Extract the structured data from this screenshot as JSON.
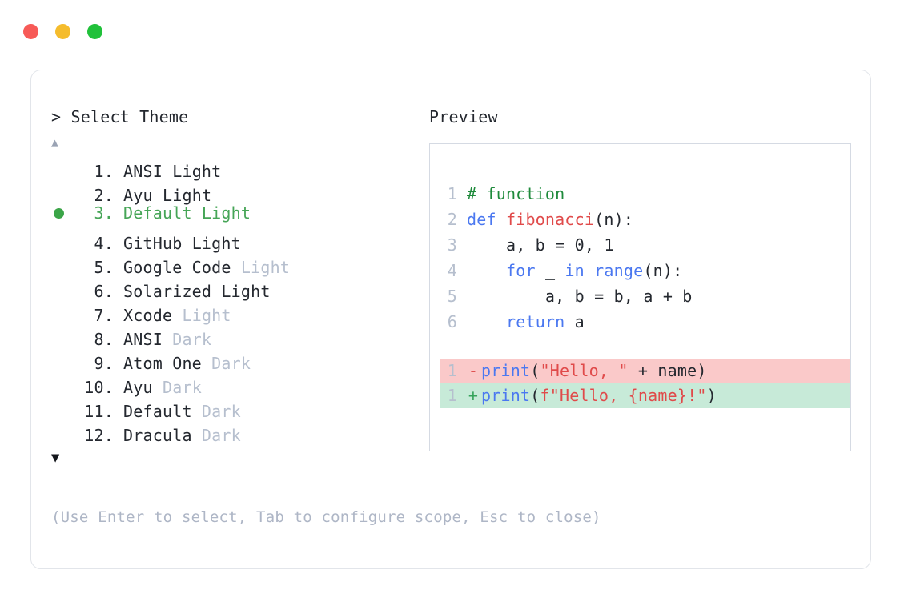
{
  "window": {
    "controls": [
      {
        "name": "close",
        "color": "#f75a57"
      },
      {
        "name": "minimize",
        "color": "#f5bc2c"
      },
      {
        "name": "maximize",
        "color": "#20c13a"
      }
    ]
  },
  "left": {
    "prompt": "> Select Theme",
    "scroll_up_glyph": "▲",
    "scroll_down_glyph": "▼",
    "selected_index": 3,
    "selected_bullet_color": "#3ba548",
    "selected_text_color": "#46a557",
    "items": [
      {
        "index": " 1.",
        "name": "ANSI",
        "variant": " Light",
        "dim": false,
        "selected": false
      },
      {
        "index": " 2.",
        "name": "Ayu",
        "variant": " Light",
        "dim": false,
        "selected": false
      },
      {
        "index": " 3.",
        "name": "Default",
        "variant": " Light",
        "dim": false,
        "selected": true
      },
      {
        "index": " 4.",
        "name": "GitHub",
        "variant": " Light",
        "dim": false,
        "selected": false
      },
      {
        "index": " 5.",
        "name": "Google Code",
        "variant": " Light",
        "dim": true,
        "selected": false
      },
      {
        "index": " 6.",
        "name": "Solarized",
        "variant": " Light",
        "dim": false,
        "selected": false
      },
      {
        "index": " 7.",
        "name": "Xcode",
        "variant": " Light",
        "dim": true,
        "selected": false
      },
      {
        "index": " 8.",
        "name": "ANSI",
        "variant": " Dark",
        "dim": true,
        "selected": false
      },
      {
        "index": " 9.",
        "name": "Atom One",
        "variant": " Dark",
        "dim": true,
        "selected": false
      },
      {
        "index": "10.",
        "name": "Ayu",
        "variant": " Dark",
        "dim": true,
        "selected": false
      },
      {
        "index": "11.",
        "name": "Default",
        "variant": " Dark",
        "dim": true,
        "selected": false
      },
      {
        "index": "12.",
        "name": "Dracula",
        "variant": " Dark",
        "dim": true,
        "selected": false
      }
    ],
    "footer_hint": "(Use Enter to select, Tab to configure scope, Esc to close)"
  },
  "right": {
    "label": "Preview",
    "code_lines": [
      {
        "ln": "1",
        "tokens": [
          {
            "t": "# function",
            "c": "comment"
          }
        ]
      },
      {
        "ln": "2",
        "tokens": [
          {
            "t": "def ",
            "c": "kw"
          },
          {
            "t": "fibonacci",
            "c": "fn"
          },
          {
            "t": "(n):",
            "c": "plain"
          }
        ]
      },
      {
        "ln": "3",
        "tokens": [
          {
            "t": "    a, b = 0, 1",
            "c": "plain"
          }
        ]
      },
      {
        "ln": "4",
        "tokens": [
          {
            "t": "    ",
            "c": "plain"
          },
          {
            "t": "for",
            "c": "kw"
          },
          {
            "t": " _ ",
            "c": "plain"
          },
          {
            "t": "in ",
            "c": "kw"
          },
          {
            "t": "range",
            "c": "kw"
          },
          {
            "t": "(n):",
            "c": "plain"
          }
        ]
      },
      {
        "ln": "5",
        "tokens": [
          {
            "t": "        a, b = b, a + b",
            "c": "plain"
          }
        ]
      },
      {
        "ln": "6",
        "tokens": [
          {
            "t": "    ",
            "c": "plain"
          },
          {
            "t": "return",
            "c": "kw"
          },
          {
            "t": " a",
            "c": "plain"
          }
        ]
      }
    ],
    "diff_lines": [
      {
        "ln": "1",
        "kind": "del",
        "marker": "-",
        "bg": "#fac9c9",
        "tokens": [
          {
            "t": "print",
            "c": "kw"
          },
          {
            "t": "(",
            "c": "plain"
          },
          {
            "t": "\"Hello, \"",
            "c": "str"
          },
          {
            "t": " + name)",
            "c": "plain"
          }
        ]
      },
      {
        "ln": "1",
        "kind": "add",
        "marker": "+",
        "bg": "#c7ead8",
        "tokens": [
          {
            "t": "print",
            "c": "kw"
          },
          {
            "t": "(",
            "c": "plain"
          },
          {
            "t": "f\"Hello, {name}!\"",
            "c": "str"
          },
          {
            "t": ")",
            "c": "plain"
          }
        ]
      }
    ]
  }
}
